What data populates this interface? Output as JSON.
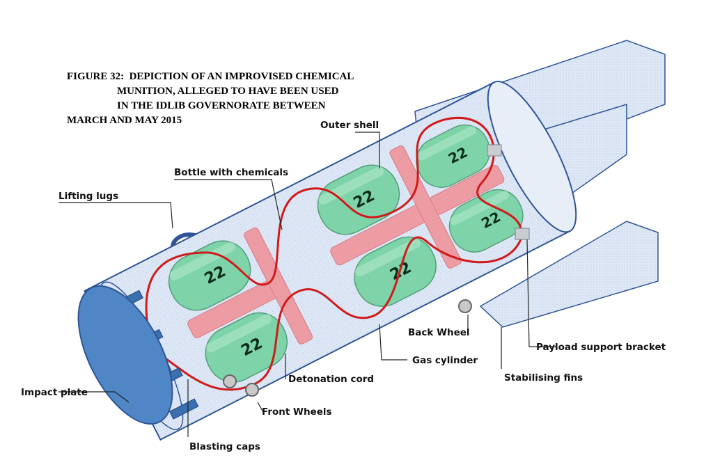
{
  "figure": {
    "number": "FIGURE 32:",
    "title_line1": "DEPICTION OF AN IMPROVISED CHEMICAL",
    "title_line2": "MUNITION, ALLEGED TO HAVE BEEN USED",
    "title_line3": "IN THE IDLIB GOVERNORATE BETWEEN",
    "title_line4": "MARCH AND MAY 2015"
  },
  "labels": {
    "outer_shell": "Outer shell",
    "bottle": "Bottle with chemicals",
    "lifting_lugs": "Lifting lugs",
    "back_wheel": "Back Wheel",
    "payload_bracket": "Payload support bracket",
    "gas_cylinder": "Gas cylinder",
    "stabilising_fins": "Stabilising fins",
    "detonation_cord": "Detonation cord",
    "impact_plate": "Impact plate",
    "front_wheels": "Front Wheels",
    "blasting_caps": "Blasting caps"
  },
  "cylinder_marking": "22",
  "colors": {
    "shell_fill": "#dbe6f4",
    "shell_stroke": "#2f5597",
    "plate": "#4f86c6",
    "cylinder": "#7ed3a8",
    "chemical_bottle": "#f08f97",
    "cord": "#d01a1a"
  }
}
